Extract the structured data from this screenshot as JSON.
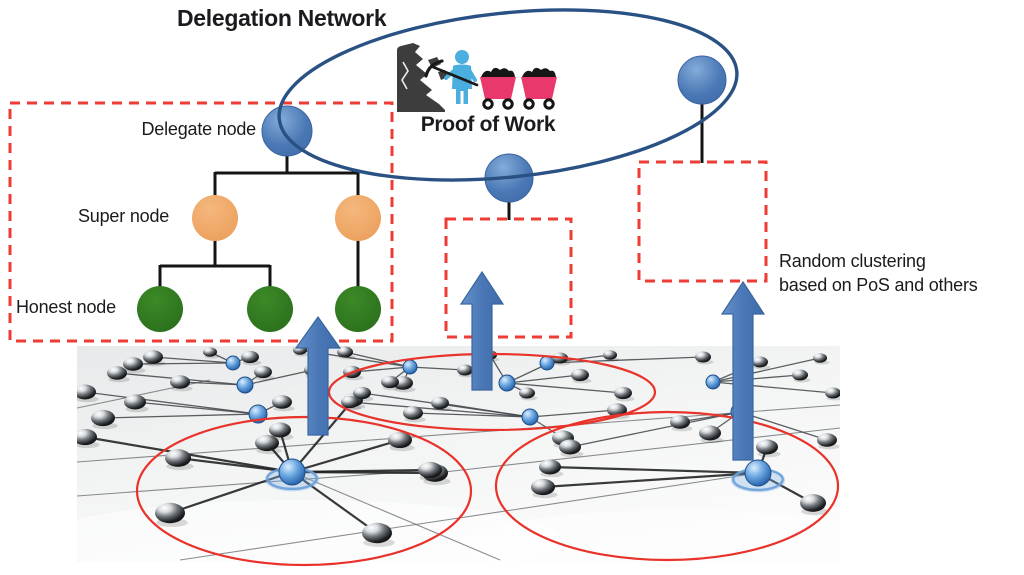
{
  "title": "Delegation Network",
  "proof_of_work": {
    "label": "Proof of Work"
  },
  "legend": {
    "delegate_label": "Delegate node",
    "super_label": "Super node",
    "honest_label": "Honest node"
  },
  "annotation": {
    "line1": "Random clustering",
    "line2": "based on PoS and others"
  },
  "icons": {
    "cliff": "mine-cliff-icon",
    "miner": "miner-with-pickaxe-icon",
    "cart": "mine-cart-icon",
    "arrow": "up-arrow-icon"
  },
  "colors": {
    "dashed_box_red": "#ee3b33",
    "cluster_ring_red": "#e8322a",
    "delegation_ellipse_navy": "#2a5183",
    "delegate_node_blue": "#4a78b5",
    "super_node_orange": "#efa360",
    "honest_node_green": "#2f7a1e",
    "arrow_blue": "#4d7cba",
    "miner_blue": "#4aaede",
    "cart_pink": "#e9386b",
    "cliff_gray": "#3d3d3d",
    "text_ink": "#1b1b1f"
  }
}
